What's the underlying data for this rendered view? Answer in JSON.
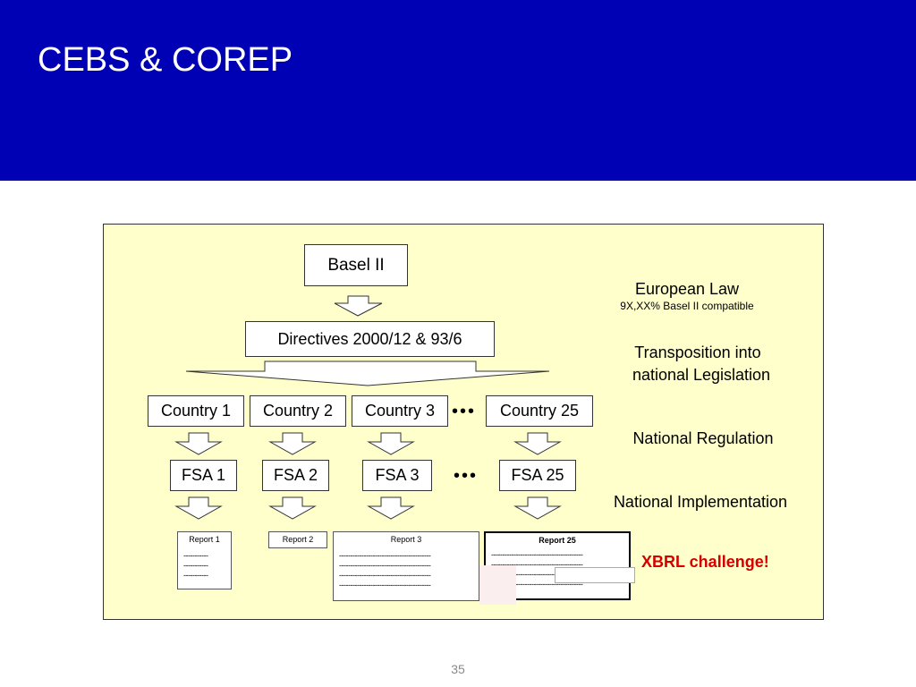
{
  "slide": {
    "title": "CEBS & COREP",
    "page_number": "35",
    "colors": {
      "header": "#0000b4",
      "panel": "#ffffcc",
      "challenge": "#d40000"
    }
  },
  "diagram": {
    "basel": "Basel II",
    "directives": "Directives 2000/12 &  93/6",
    "countries": [
      "Country 1",
      "Country 2",
      "Country 3",
      "Country 25"
    ],
    "fsas": [
      "FSA 1",
      "FSA 2",
      "FSA 3",
      "FSA 25"
    ],
    "ellipsis": "•••",
    "reports": [
      "Report 1",
      "Report 2",
      "Report 3",
      "Report 25"
    ],
    "short_line": "-----------",
    "long_line": "-----------------------------------------",
    "labels": {
      "european_law": "European Law",
      "basel_compat": "9X,XX% Basel II compatible",
      "transposition_1": "Transposition into",
      "transposition_2": "national Legislation",
      "national_regulation": "National Regulation",
      "national_implementation": "National Implementation"
    },
    "challenge": "XBRL challenge!"
  }
}
